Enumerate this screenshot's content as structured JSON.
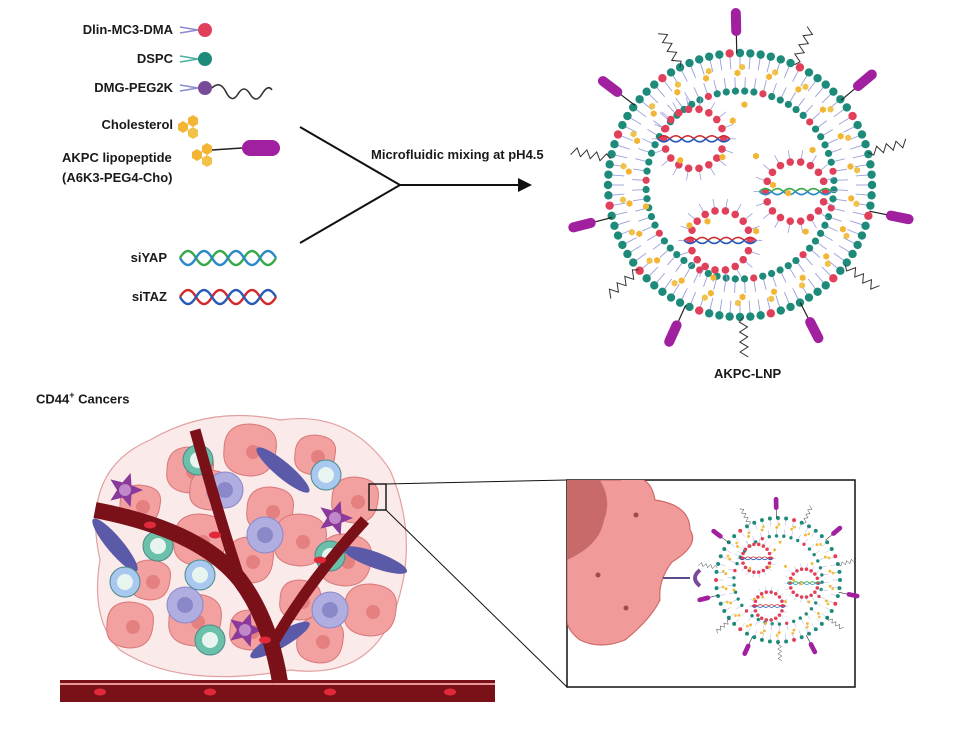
{
  "legend": {
    "items": [
      {
        "label": "Dlin-MC3-DMA",
        "icon": "lipid-red-head-icon",
        "color": "#e0405a"
      },
      {
        "label": "DSPC",
        "icon": "lipid-teal-head-icon",
        "color": "#1e8a7a"
      },
      {
        "label": "DMG-PEG2K",
        "icon": "lipid-purple-head-peg-icon",
        "color": "#7a4a9a"
      },
      {
        "label": "Cholesterol",
        "icon": "cholesterol-hexagon-icon",
        "color": "#f2b534"
      },
      {
        "label": "AKPC lipopeptide",
        "label2": "(A6K3-PEG4-Cho)",
        "icon": "akpc-lipopeptide-icon",
        "color": "#a020a0"
      }
    ],
    "sirna": [
      {
        "label": "siYAP",
        "icon": "siyap-helix-icon",
        "colors": [
          "#3aa84a",
          "#2a8ac8"
        ]
      },
      {
        "label": "siTAZ",
        "icon": "sitaz-helix-icon",
        "colors": [
          "#d02a2a",
          "#2a5ab8"
        ]
      }
    ]
  },
  "process": {
    "label": "Microfluidic mixing at pH4.5"
  },
  "product": {
    "label": "AKPC-LNP"
  },
  "tumor": {
    "title_main": "CD44",
    "title_sup": "+",
    "title_rest": " Cancers"
  },
  "colors": {
    "lipid_teal": "#1e8a7a",
    "lipid_red": "#e0405a",
    "cholesterol": "#f2b534",
    "akpc": "#a020a0",
    "vessel": "#7a1018",
    "tumor_cell": "#f2a0a0"
  }
}
